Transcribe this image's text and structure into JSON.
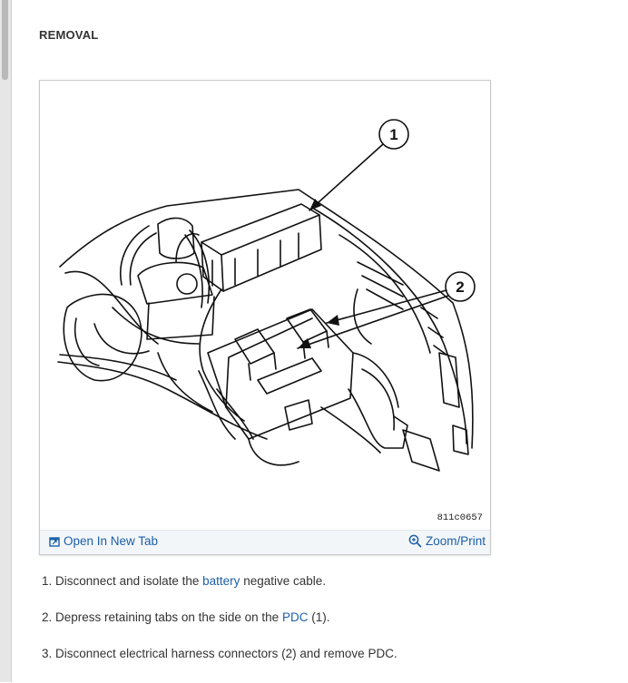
{
  "section": {
    "title": "REMOVAL"
  },
  "figure": {
    "code": "811c0657",
    "callouts": [
      "1",
      "2"
    ],
    "open_tab_label": "Open In New Tab",
    "zoom_label": "Zoom/Print",
    "icons": {
      "open_tab": "open-new-tab-icon",
      "zoom": "zoom-magnifier-icon"
    }
  },
  "steps": [
    {
      "num": "1.",
      "pre": "Disconnect and isolate the",
      "link": "battery",
      "post": "negative cable."
    },
    {
      "num": "2.",
      "pre": "Depress retaining tabs on the side on the",
      "link": "PDC",
      "post": "(1)."
    },
    {
      "num": "3.",
      "pre": "Disconnect electrical harness connectors (2) and remove PDC.",
      "link": "",
      "post": ""
    }
  ],
  "colors": {
    "link": "#1c5fa8",
    "text": "#333333",
    "figure_bar": "#f3f6f9"
  }
}
